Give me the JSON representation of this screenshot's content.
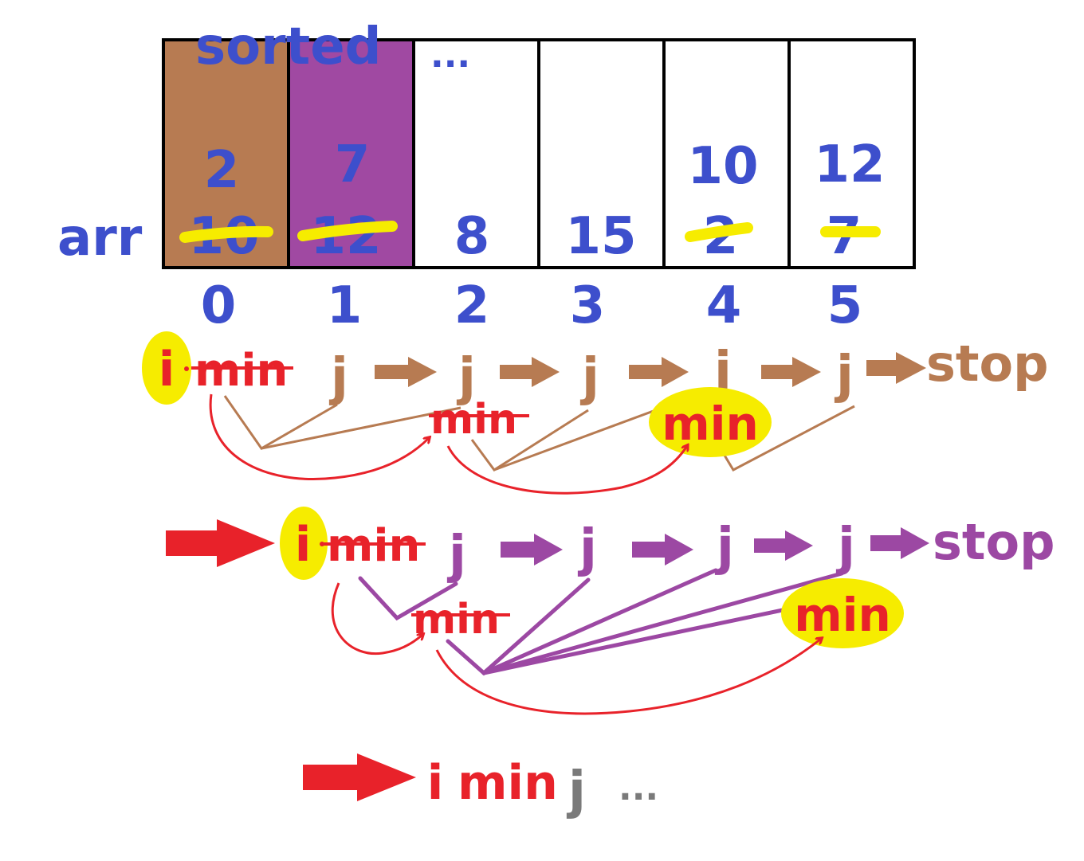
{
  "array": {
    "label": "arr",
    "sorted_label": "sorted",
    "ellipsis": "...",
    "cells": [
      {
        "index": "0",
        "old_value": "10",
        "new_value": "2",
        "fill": "#b77b52"
      },
      {
        "index": "1",
        "old_value": "12",
        "new_value": "7",
        "fill": "#a049a2"
      },
      {
        "index": "2",
        "old_value": "8",
        "new_value": "",
        "fill": "#ffffff"
      },
      {
        "index": "3",
        "old_value": "15",
        "new_value": "",
        "fill": "#ffffff"
      },
      {
        "index": "4",
        "old_value": "2",
        "new_value": "10",
        "fill": "#ffffff"
      },
      {
        "index": "5",
        "old_value": "7",
        "new_value": "12",
        "fill": "#ffffff"
      }
    ]
  },
  "pass1": {
    "i": "i",
    "min_struck": "min",
    "j": "j",
    "mid_min": "min",
    "final_min": "min",
    "stop": "stop"
  },
  "pass2": {
    "i": "i",
    "min_struck": "min",
    "j": "j",
    "mid_min": "min",
    "final_min": "min",
    "stop": "stop"
  },
  "pass3": {
    "i": "i",
    "min": "min",
    "j": "j",
    "ellipsis": "..."
  },
  "colors": {
    "blue": "#3d4fcc",
    "red": "#e8222a",
    "brown": "#b77b52",
    "purple": "#9c48a3",
    "highlight": "#f6ec00",
    "gray": "#7a7a7a"
  }
}
